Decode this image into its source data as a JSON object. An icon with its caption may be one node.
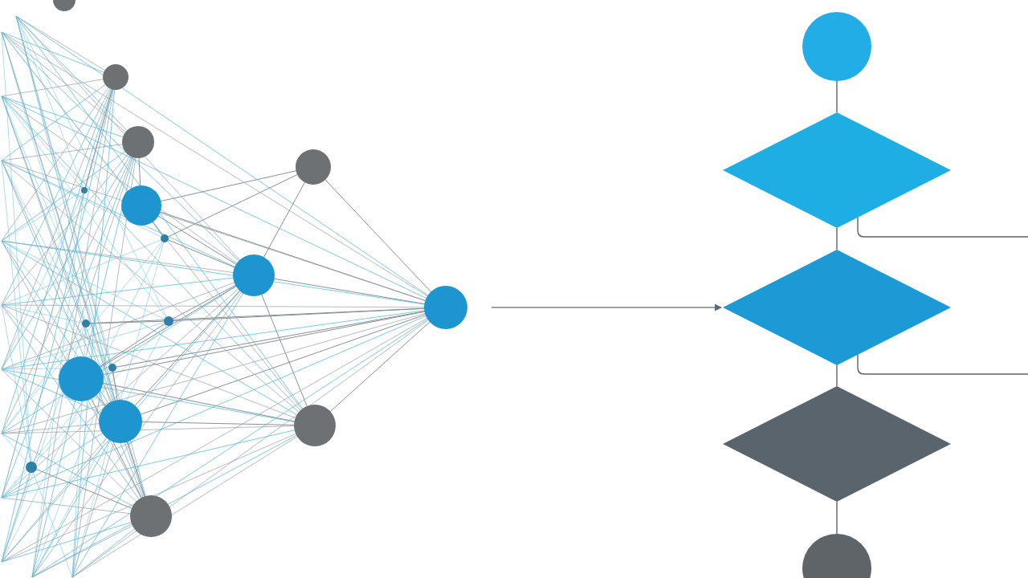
{
  "diagram": {
    "nodes": [
      {
        "text": [],
        "shape": "network"
      },
      {
        "text": [],
        "shape": "circle"
      },
      {
        "text": [],
        "shape": "diamond"
      },
      {
        "text": [],
        "shape": "diamond"
      },
      {
        "text": [],
        "shape": "diamond"
      },
      {
        "text": [],
        "shape": "circle"
      }
    ],
    "edges": [
      {
        "from": 0,
        "to": 3,
        "arrow": "to"
      },
      {
        "from": 1,
        "to": 2,
        "arrow": "none"
      },
      {
        "from": 2,
        "to": 3,
        "arrow": "none"
      },
      {
        "from": 3,
        "to": 4,
        "arrow": "none"
      },
      {
        "from": 4,
        "to": 5,
        "arrow": "none"
      },
      {
        "from": 2,
        "to": null,
        "arrow": "none"
      },
      {
        "from": 3,
        "to": null,
        "arrow": "none"
      }
    ]
  }
}
